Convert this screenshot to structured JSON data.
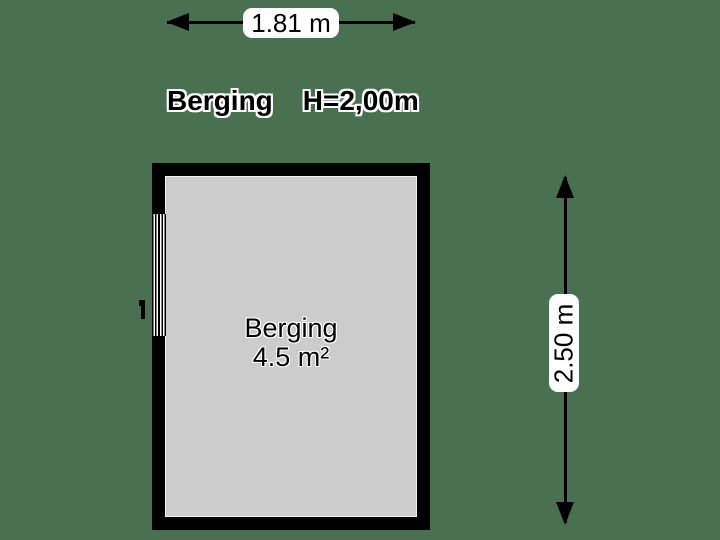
{
  "floorplan": {
    "colors": {
      "background": "#4A7052",
      "wall": "#000000",
      "floor": "#CCCCCC",
      "label_background": "#FFFFFF",
      "text": "#000000"
    },
    "title": {
      "room_name": "Berging",
      "ceiling_height": "H=2,00m"
    },
    "room": {
      "name": "Berging",
      "area": "4.5 m²"
    },
    "dimensions": {
      "width_label": "1.81 m",
      "height_label": "2.50 m"
    },
    "icons": {
      "width_arrow": "horizontal-double-arrow",
      "height_arrow": "vertical-double-arrow",
      "window": "window-lines-symbol"
    }
  }
}
